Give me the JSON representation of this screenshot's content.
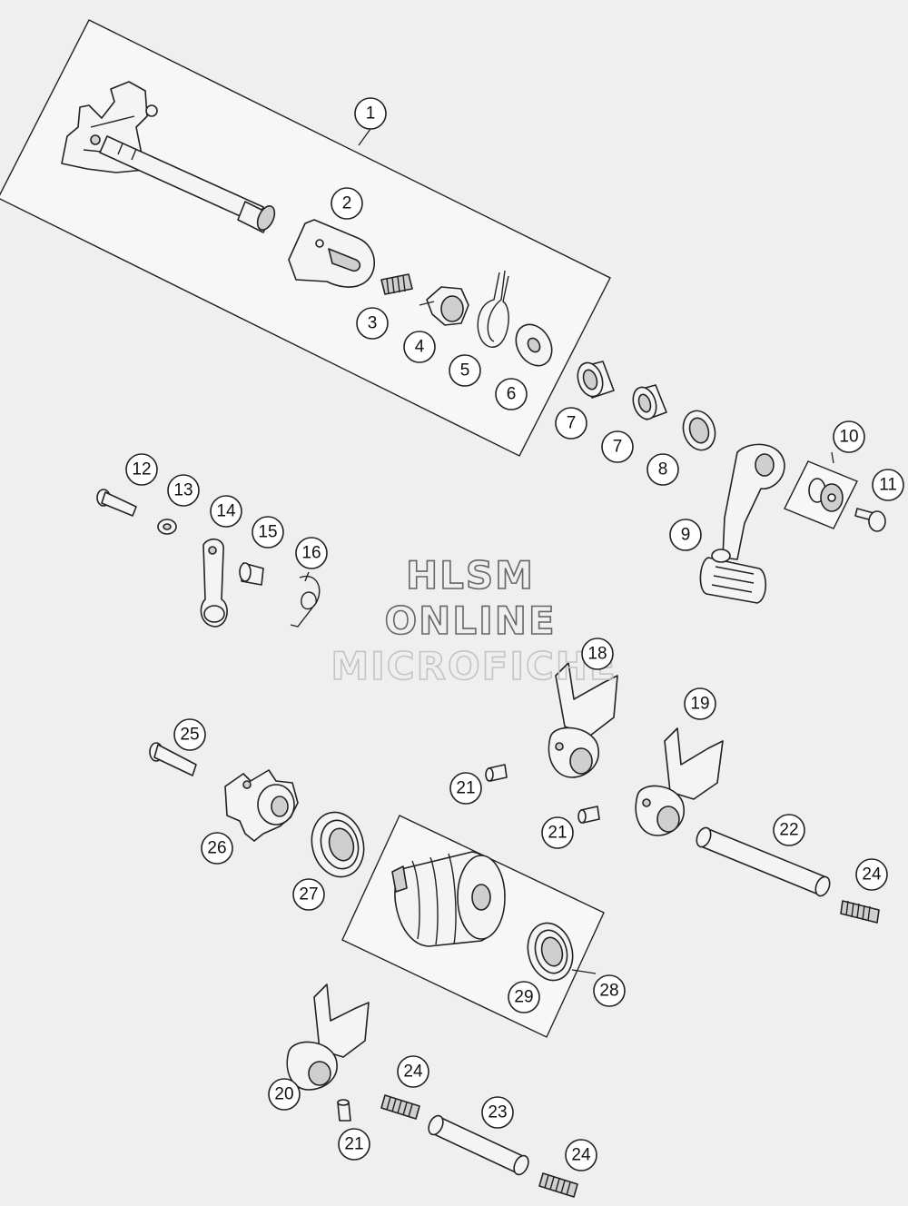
{
  "watermark": {
    "line1": "HLSM",
    "line2": "ONLINE",
    "line3": "MICROFICHE"
  },
  "callouts": [
    {
      "id": "c1",
      "label": "1"
    },
    {
      "id": "c2",
      "label": "2"
    },
    {
      "id": "c3",
      "label": "3"
    },
    {
      "id": "c4",
      "label": "4"
    },
    {
      "id": "c5",
      "label": "5"
    },
    {
      "id": "c6",
      "label": "6"
    },
    {
      "id": "c7a",
      "label": "7"
    },
    {
      "id": "c7b",
      "label": "7"
    },
    {
      "id": "c8",
      "label": "8"
    },
    {
      "id": "c9",
      "label": "9"
    },
    {
      "id": "c10",
      "label": "10"
    },
    {
      "id": "c11",
      "label": "11"
    },
    {
      "id": "c12",
      "label": "12"
    },
    {
      "id": "c13",
      "label": "13"
    },
    {
      "id": "c14",
      "label": "14"
    },
    {
      "id": "c15",
      "label": "15"
    },
    {
      "id": "c16",
      "label": "16"
    },
    {
      "id": "c18",
      "label": "18"
    },
    {
      "id": "c19",
      "label": "19"
    },
    {
      "id": "c20",
      "label": "20"
    },
    {
      "id": "c21a",
      "label": "21"
    },
    {
      "id": "c21b",
      "label": "21"
    },
    {
      "id": "c21c",
      "label": "21"
    },
    {
      "id": "c22",
      "label": "22"
    },
    {
      "id": "c23",
      "label": "23"
    },
    {
      "id": "c24a",
      "label": "24"
    },
    {
      "id": "c24b",
      "label": "24"
    },
    {
      "id": "c24c",
      "label": "24"
    },
    {
      "id": "c25",
      "label": "25"
    },
    {
      "id": "c26",
      "label": "26"
    },
    {
      "id": "c27",
      "label": "27"
    },
    {
      "id": "c28",
      "label": "28"
    },
    {
      "id": "c29",
      "label": "29"
    }
  ]
}
